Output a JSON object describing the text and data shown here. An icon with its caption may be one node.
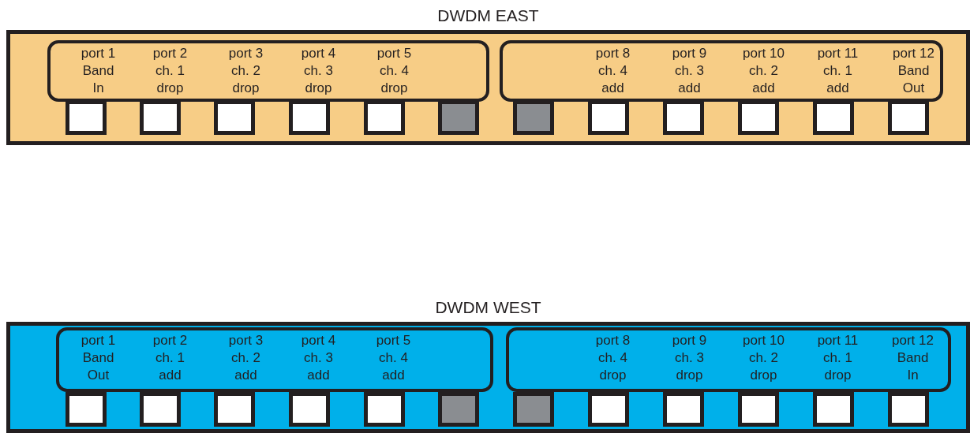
{
  "diagram": {
    "nodes": [
      {
        "text": [
          "DWDM EAST"
        ]
      },
      {
        "text": [
          "port 1 Band In",
          "port 2 ch. 1 drop",
          "port 3 ch. 2 drop",
          "port 4 ch. 3 drop",
          "port 5 ch. 4 drop"
        ],
        "in": 0
      },
      {
        "text": [
          "port 8 ch. 4 add",
          "port 9 ch. 3 add",
          "port 10 ch. 2 add",
          "port 11 ch. 1 add",
          "port 12 Band Out"
        ],
        "in": 0
      },
      {
        "text": [],
        "shape": "box",
        "in": 0
      },
      {
        "text": [],
        "shape": "box",
        "in": 0
      },
      {
        "text": [],
        "shape": "box",
        "in": 0
      },
      {
        "text": [],
        "shape": "box",
        "in": 0
      },
      {
        "text": [],
        "shape": "box",
        "in": 0
      },
      {
        "text": [],
        "shape": "box",
        "in": 0
      },
      {
        "text": [],
        "shape": "box",
        "in": 0
      },
      {
        "text": [],
        "shape": "box",
        "in": 0
      },
      {
        "text": [],
        "shape": "box",
        "in": 0
      },
      {
        "text": [],
        "shape": "box",
        "in": 0
      },
      {
        "text": [],
        "shape": "box",
        "in": 0
      },
      {
        "text": [],
        "shape": "box",
        "in": 0
      },
      {
        "text": [
          "DWDM WEST"
        ]
      },
      {
        "text": [
          "port 1 Band Out",
          "port 2 ch. 1 add",
          "port 3 ch. 2 add",
          "port 4 ch. 3 add",
          "port 5 ch. 4 add"
        ],
        "in": 15
      },
      {
        "text": [
          "port 8 ch. 4 drop",
          "port 9 ch. 3 drop",
          "port 10 ch. 2 drop",
          "port 11 ch. 1 drop",
          "port 12 Band In"
        ],
        "in": 15
      },
      {
        "text": [],
        "shape": "box",
        "in": 15
      },
      {
        "text": [],
        "shape": "box",
        "in": 15
      },
      {
        "text": [],
        "shape": "box",
        "in": 15
      },
      {
        "text": [],
        "shape": "box",
        "in": 15
      },
      {
        "text": [],
        "shape": "box",
        "in": 15
      },
      {
        "text": [],
        "shape": "box",
        "in": 15
      },
      {
        "text": [],
        "shape": "box",
        "in": 15
      },
      {
        "text": [],
        "shape": "box",
        "in": 15
      },
      {
        "text": [],
        "shape": "box",
        "in": 15
      },
      {
        "text": [],
        "shape": "box",
        "in": 15
      },
      {
        "text": [],
        "shape": "box",
        "in": 15
      },
      {
        "text": [],
        "shape": "box",
        "in": 15
      }
    ]
  }
}
